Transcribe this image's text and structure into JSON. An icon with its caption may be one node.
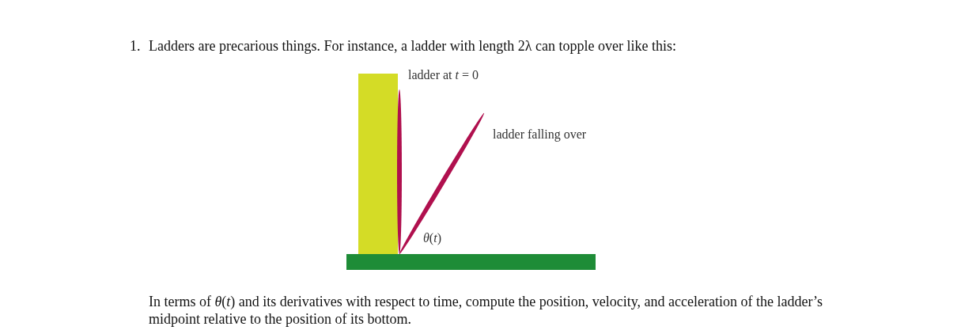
{
  "diagram": {
    "labels": [
      "1.",
      "Ladders are precarious things. For instance, a ladder with length 2λ can topple over like this:",
      "ladder at *t* = 0",
      "ladder falling over",
      "*θ*(*t*)",
      "In terms of *θ*(*t*) and its derivatives with respect to time, compute the position, velocity, and acceleration of the ladder’s midpoint relative to the position of its bottom."
    ]
  }
}
